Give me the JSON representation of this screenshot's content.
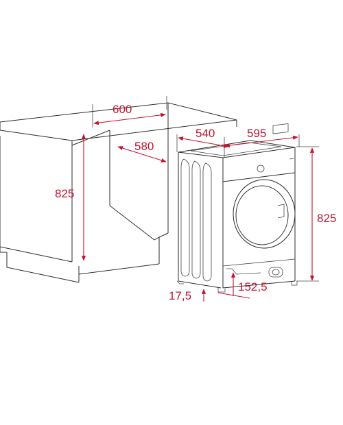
{
  "dimensions": {
    "cabinet_width": "600",
    "cabinet_depth": "580",
    "cabinet_height": "825",
    "machine_width": "540",
    "machine_depth": "595",
    "machine_height": "825",
    "foot_height": "17,5",
    "foot_offset": "152,5"
  },
  "colors": {
    "dimension": "#c2132e",
    "outline": "#2b2b2b"
  }
}
